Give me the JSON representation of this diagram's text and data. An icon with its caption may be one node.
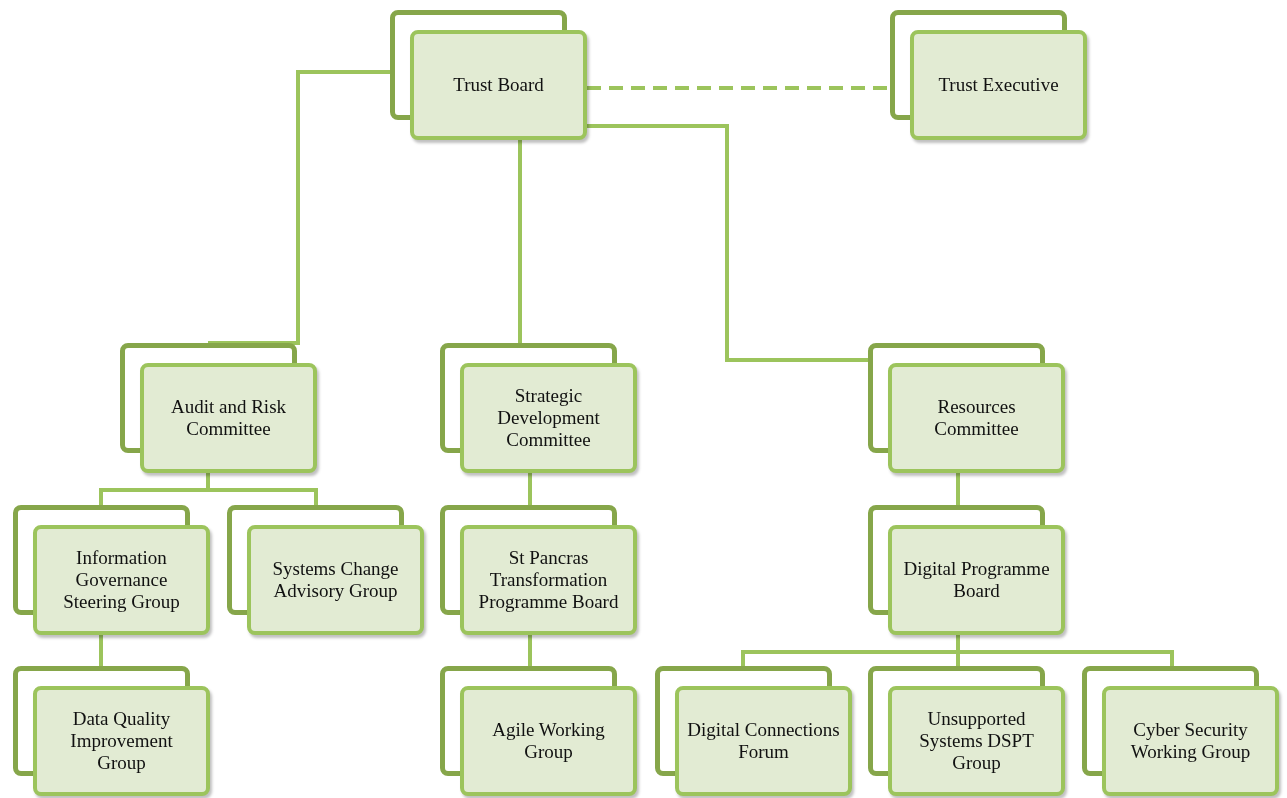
{
  "diagram": {
    "nodes": [
      {
        "text": [
          "Trust Board"
        ]
      },
      {
        "text": [
          "Trust Executive"
        ]
      },
      {
        "text": [
          "Audit and Risk Committee"
        ]
      },
      {
        "text": [
          "Strategic Development Committee"
        ]
      },
      {
        "text": [
          "Resources Committee"
        ]
      },
      {
        "text": [
          "Information Governance Steering Group"
        ]
      },
      {
        "text": [
          "Systems Change Advisory Group"
        ]
      },
      {
        "text": [
          "St Pancras Transformation Programme Board"
        ]
      },
      {
        "text": [
          "Digital Programme Board"
        ]
      },
      {
        "text": [
          "Data Quality Improvement Group"
        ]
      },
      {
        "text": [
          "Agile Working Group"
        ]
      },
      {
        "text": [
          "Digital Connections Forum"
        ]
      },
      {
        "text": [
          "Unsupported Systems DSPT Group"
        ]
      },
      {
        "text": [
          "Cyber Security Working Group"
        ]
      }
    ],
    "edges": [
      {
        "from": 0,
        "to": 1,
        "arrow": "none",
        "style": "dashed"
      },
      {
        "from": 0,
        "to": 2,
        "arrow": "none"
      },
      {
        "from": 0,
        "to": 3,
        "arrow": "none"
      },
      {
        "from": 0,
        "to": 4,
        "arrow": "none"
      },
      {
        "from": 2,
        "to": 5,
        "arrow": "none"
      },
      {
        "from": 2,
        "to": 6,
        "arrow": "none"
      },
      {
        "from": 5,
        "to": 9,
        "arrow": "none"
      },
      {
        "from": 3,
        "to": 7,
        "arrow": "none"
      },
      {
        "from": 7,
        "to": 10,
        "arrow": "none"
      },
      {
        "from": 4,
        "to": 8,
        "arrow": "none"
      },
      {
        "from": 8,
        "to": 11,
        "arrow": "none"
      },
      {
        "from": 8,
        "to": 12,
        "arrow": "none"
      },
      {
        "from": 8,
        "to": 13,
        "arrow": "none"
      }
    ]
  }
}
